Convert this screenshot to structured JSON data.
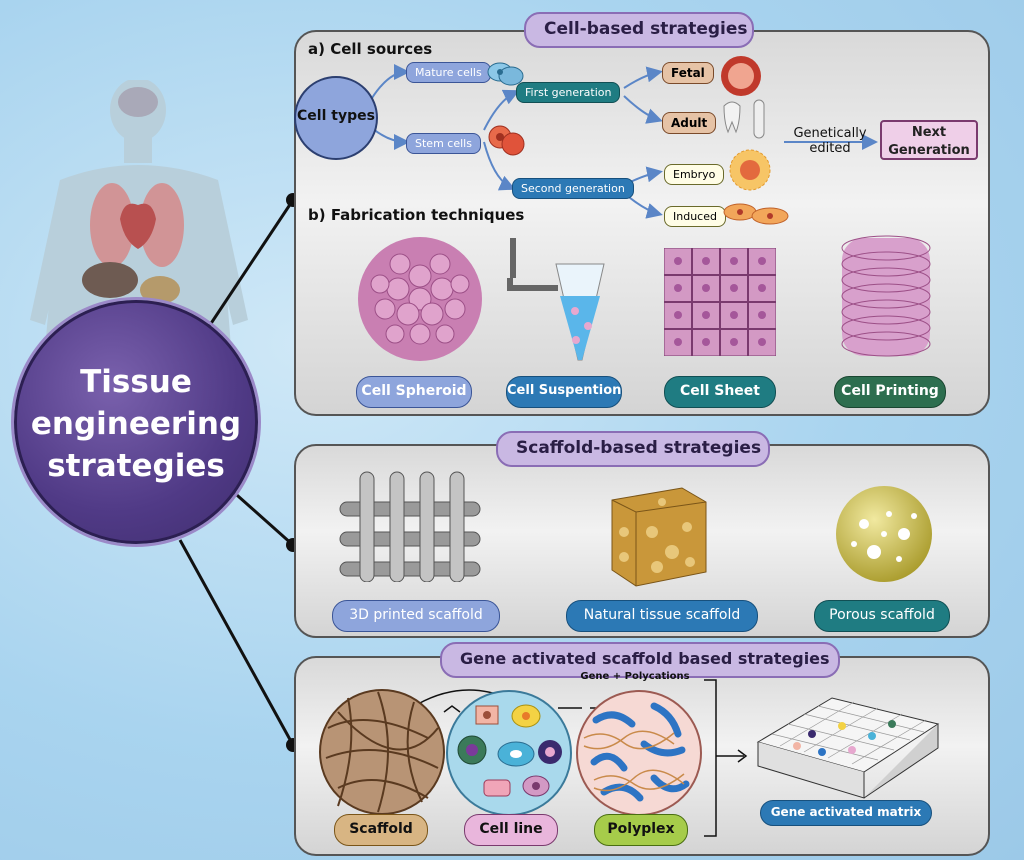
{
  "main_circle": {
    "line1": "Tissue",
    "line2": "engineering",
    "line3": "strategies"
  },
  "cell_based": {
    "title": "Cell-based strategies",
    "cell_sources_label": "a) Cell sources",
    "cell_types": "Cell types",
    "mature_cells": "Mature cells",
    "stem_cells": "Stem cells",
    "first_generation": "First generation",
    "second_generation": "Second generation",
    "fetal": "Fetal",
    "adult": "Adult",
    "embryo": "Embryo",
    "induced": "Induced",
    "genetically_line1": "Genetically",
    "genetically_line2": "edited",
    "next_line1": "Next",
    "next_line2": "Generation",
    "fabrication_label": "b) Fabrication techniques",
    "techniques": [
      "Cell Spheroid",
      "Cell Suspention",
      "Cell Sheet",
      "Cell Printing"
    ]
  },
  "scaffold_based": {
    "title": "Scaffold-based strategies",
    "items": [
      "3D printed scaffold",
      "Natural tissue scaffold",
      "Porous scaffold"
    ]
  },
  "gene_activated": {
    "title": "Gene activated scaffold based strategies",
    "gene_polycations": "Gene + Polycations",
    "items": [
      "Scaffold",
      "Cell line",
      "Polyplex"
    ],
    "matrix": "Gene activated matrix"
  },
  "colors": {
    "purple": "#5a3f8f",
    "teal": "#1f7c82",
    "blue": "#5b86c7",
    "green": "#2d6e4f",
    "pink": "#e7a8cf"
  }
}
